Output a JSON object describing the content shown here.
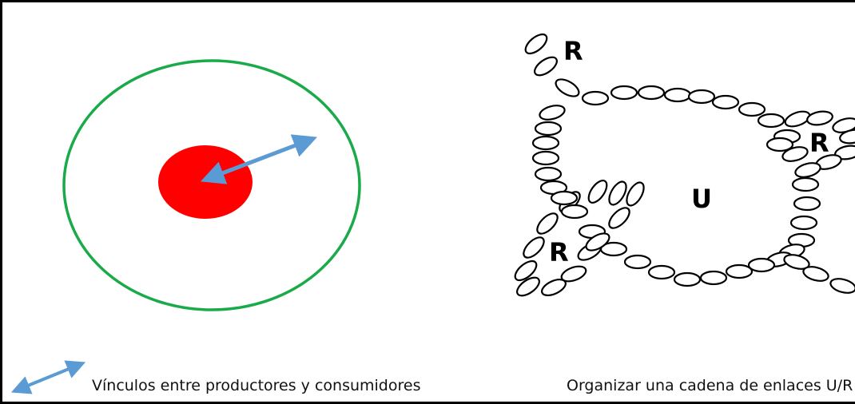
{
  "left_diagram": {
    "legend_label": "Vínculos entre productores y consumidores",
    "colors": {
      "outer_ring": "#1aaa4a",
      "core": "#ff0000",
      "arrow": "#5b9bd5"
    }
  },
  "right_diagram": {
    "label_top_left": "R",
    "label_right": "R",
    "label_bottom_left": "R",
    "label_center": "U",
    "caption": "Organizar una cadena de enlaces U/R"
  }
}
